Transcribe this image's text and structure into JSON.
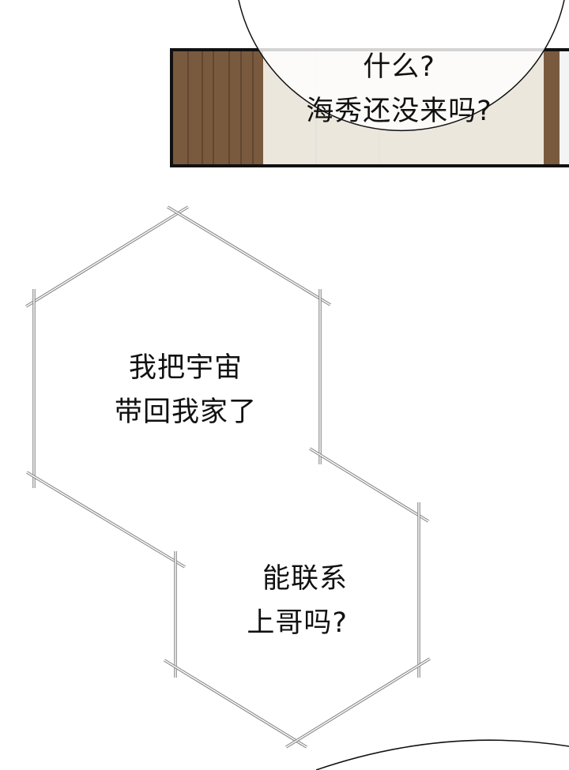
{
  "bubbles": {
    "top": {
      "lines": [
        "什么?",
        "海秀还没来吗?"
      ]
    },
    "hex_upper": {
      "lines": [
        "我把宇宙",
        "带回我家了"
      ]
    },
    "hex_lower": {
      "lines": [
        "能联系",
        "上哥吗?"
      ]
    }
  },
  "colors": {
    "wood": "#7a5a3e",
    "panel_bg": "#ece7dd",
    "border": "#111111",
    "hex_line": "#9a9a9a"
  }
}
